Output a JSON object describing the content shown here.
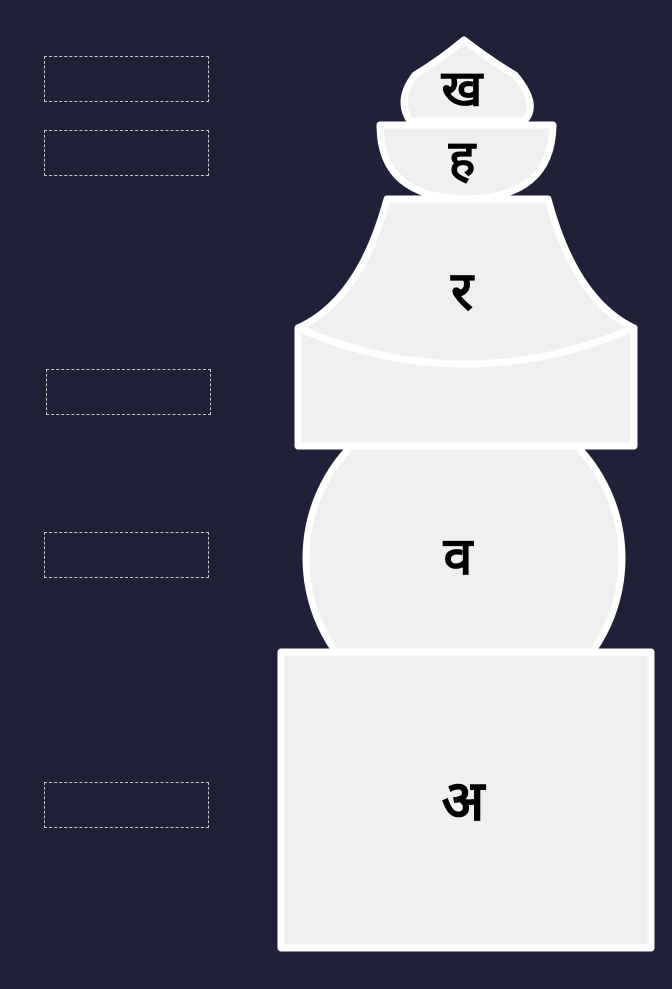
{
  "colors": {
    "background": "#1f2138",
    "shape_fill": "#f0f0f0",
    "shape_stroke": "#ffffff",
    "slot_border": "#c9c9c9",
    "glyph": "#000000"
  },
  "drop_slots": [
    {
      "name": "drop-slot-1",
      "value": ""
    },
    {
      "name": "drop-slot-2",
      "value": ""
    },
    {
      "name": "drop-slot-3",
      "value": ""
    },
    {
      "name": "drop-slot-4",
      "value": ""
    },
    {
      "name": "drop-slot-5",
      "value": ""
    }
  ],
  "stupa_parts": {
    "finial": {
      "letter": "ख"
    },
    "bowl": {
      "letter": "ह"
    },
    "roof": {
      "letter": "र"
    },
    "sphere": {
      "letter": "व"
    },
    "base": {
      "letter": "अ"
    }
  }
}
